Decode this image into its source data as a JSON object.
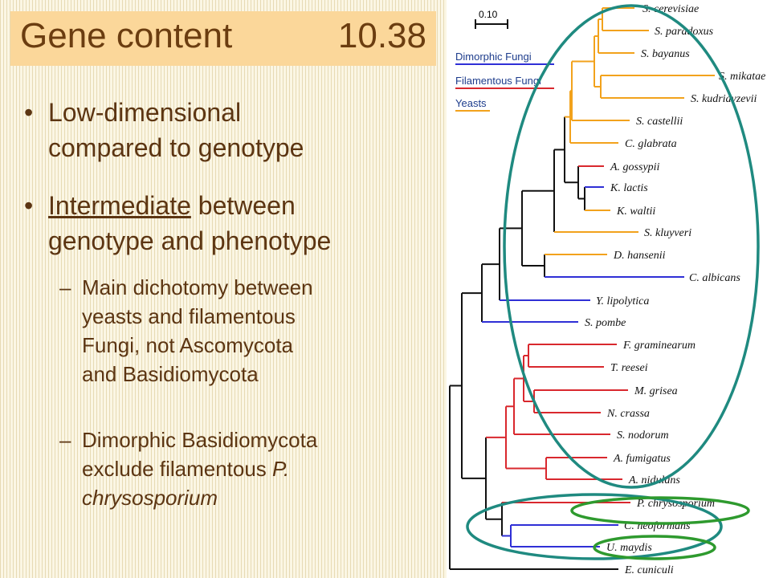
{
  "slide": {
    "title": "Gene content",
    "number": "10.38",
    "bullets": [
      {
        "line1": "Low-dimensional",
        "line2": "compared to genotype"
      },
      {
        "underlined": "Intermediate",
        "rest": " between",
        "line2": "genotype and phenotype"
      }
    ],
    "subbullets": [
      {
        "lines": [
          "Main dichotomy between",
          "yeasts and filamentous",
          "Fungi, not Ascomycota",
          "and Basidiomycota"
        ]
      },
      {
        "line1": "Dimorphic Basidiomycota",
        "line2_plain": "exclude filamentous ",
        "line2_italic": "P.",
        "line3_italic": "chrysosporium"
      }
    ],
    "bullet_glyph": "•",
    "dash_glyph": "–"
  },
  "tree": {
    "scale_label": "0.10",
    "legend": [
      "Dimorphic Fungi",
      "Filamentous Fungi",
      "Yeasts"
    ],
    "colors": {
      "dimorphic": "#2f2fd6",
      "filamentous": "#d9282e",
      "yeast": "#f2a21c",
      "stem": "#111111",
      "ellipse_teal": "#1f8a80",
      "ellipse_green": "#2e9a2e"
    },
    "leaves": [
      "S. cerevisiae",
      "S. paradoxus",
      "S. bayanus",
      "S. mikatae",
      "S. kudriavzevii",
      "S. castellii",
      "C. glabrata",
      "A. gossypii",
      "K. lactis",
      "K. waltii",
      "S. kluyveri",
      "D. hansenii",
      "C. albicans",
      "Y. lipolytica",
      "S. pombe",
      "F. graminearum",
      "T. reesei",
      "M. grisea",
      "N. crassa",
      "S. nodorum",
      "A. fumigatus",
      "A. nidulans",
      "P. chrysosporium",
      "C. neoformans",
      "U. maydis",
      "E. cuniculi"
    ]
  }
}
